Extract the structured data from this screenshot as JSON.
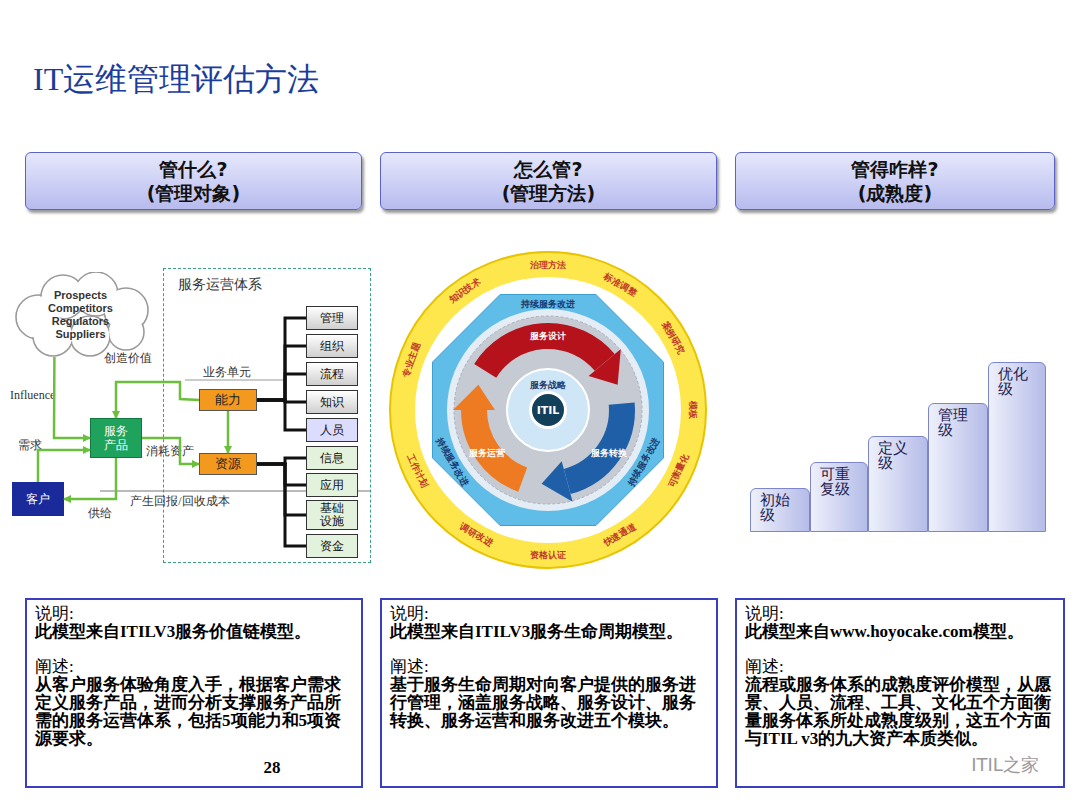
{
  "diagram": {
    "title": "IT运维管理评估方法",
    "nodes": [
      {
        "text": [
          "管什么?",
          "(管理对象)"
        ]
      },
      {
        "text": [
          "怎么管?",
          "(管理方法)"
        ]
      },
      {
        "text": [
          "管得咋样?",
          "(成熟度)"
        ]
      },
      {
        "text": [
          "Prospects Competitors Regulators Suppliers"
        ]
      },
      {
        "text": [
          "服务运营体系"
        ]
      },
      {
        "text": [
          "能力"
        ],
        "in": 4
      },
      {
        "text": [
          "资源"
        ],
        "in": 4
      },
      {
        "text": [
          "管理"
        ],
        "in": 4
      },
      {
        "text": [
          "组织"
        ],
        "in": 4
      },
      {
        "text": [
          "流程"
        ],
        "in": 4
      },
      {
        "text": [
          "知识"
        ],
        "in": 4
      },
      {
        "text": [
          "人员"
        ],
        "in": 4
      },
      {
        "text": [
          "信息"
        ],
        "in": 4
      },
      {
        "text": [
          "应用"
        ],
        "in": 4
      },
      {
        "text": [
          "基础设施"
        ],
        "in": 4
      },
      {
        "text": [
          "资金"
        ],
        "in": 4
      },
      {
        "text": [
          "服务产品"
        ]
      },
      {
        "text": [
          "客户"
        ]
      },
      {
        "text": [
          "服务设计"
        ]
      },
      {
        "text": [
          "服务转换"
        ]
      },
      {
        "text": [
          "服务运营"
        ]
      },
      {
        "text": [
          "服务战略"
        ]
      },
      {
        "text": [
          "ITIL"
        ],
        "in": 21
      },
      {
        "text": [
          "初始级"
        ]
      },
      {
        "text": [
          "可重复级"
        ]
      },
      {
        "text": [
          "定义级"
        ]
      },
      {
        "text": [
          "管理级"
        ]
      },
      {
        "text": [
          "优化级"
        ]
      },
      {
        "text": [
          "说明:",
          "此模型来自ITILV3服务价值链模型。",
          "阐述:",
          "从客户服务体验角度入手，根据客户需求定义服务产品，进而分析支撑服务产品所需的服务运营体系，包括5项能力和5项资源要求。"
        ]
      },
      {
        "text": [
          "说明:",
          "此模型来自ITILV3服务生命周期模型。",
          "阐述:",
          "基于服务生命周期对向客户提供的服务进行管理，涵盖服务战略、服务设计、服务转换、服务运营和服务改进五个模块。"
        ]
      },
      {
        "text": [
          "说明:",
          "此模型来自www.hoyocake.com模型。",
          "阐述:",
          "流程或服务体系的成熟度评价模型，从愿景、人员、流程、工具、文化五个方面衡量服务体系所处成熟度级别，这五个方面与ITIL v3的九大资产本质类似。"
        ]
      }
    ],
    "edges": [
      {
        "from": 3,
        "to": 16,
        "arrow": "to",
        "label": "Influence"
      },
      {
        "from": 5,
        "to": 16,
        "arrow": "to",
        "label": "创造价值"
      },
      {
        "from": 17,
        "to": 16,
        "arrow": "to",
        "label": "需求"
      },
      {
        "from": 16,
        "to": 17,
        "arrow": "to",
        "label": "供给"
      },
      {
        "from": 16,
        "to": 6,
        "arrow": "to",
        "label": "消耗资产"
      },
      {
        "from": 5,
        "to": 6,
        "arrow": "to"
      },
      {
        "from": 5,
        "to": 7,
        "arrow": "none"
      },
      {
        "from": 5,
        "to": 8,
        "arrow": "none"
      },
      {
        "from": 5,
        "to": 9,
        "arrow": "none"
      },
      {
        "from": 5,
        "to": 10,
        "arrow": "none"
      },
      {
        "from": 5,
        "to": 11,
        "arrow": "none"
      },
      {
        "from": 6,
        "to": 12,
        "arrow": "none"
      },
      {
        "from": 6,
        "to": 13,
        "arrow": "none"
      },
      {
        "from": 6,
        "to": 14,
        "arrow": "none"
      },
      {
        "from": 6,
        "to": 15,
        "arrow": "none"
      }
    ],
    "labels": [
      "业务单元",
      "产生回报/回收成本",
      "持续服务改进",
      "持续服务改进",
      "持续服务改进",
      "治理方法",
      "标准调整",
      "案例研究",
      "模板",
      "可衡量化",
      "快速通道",
      "资格认证",
      "调研改进",
      "工作计划",
      "专业主题",
      "知识技术",
      "28",
      "ITIL之家"
    ]
  }
}
